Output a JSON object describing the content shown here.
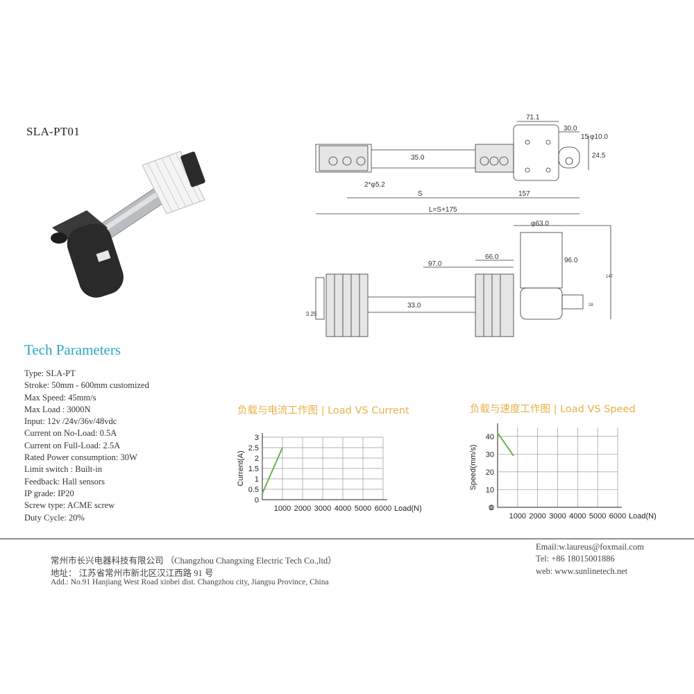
{
  "model": "SLA-PT01",
  "tech_title": "Tech Parameters",
  "params": [
    "Type: SLA-PT",
    "Stroke: 50mm - 600mm customized",
    "Max Speed:   45mm/s",
    "Max Load :   3000N",
    "Input: 12v /24v/36v/48vdc",
    "Current on No-Load: 0.5A",
    "Current on Full-Load: 2.5A",
    "Rated Power consumption: 30W",
    "Limit switch : Built-in",
    "Feedback: Hall sensors",
    "IP grade: IP20",
    "Screw type: ACME screw",
    "Duty Cycle: 20%"
  ],
  "drawing": {
    "dims": {
      "d71": "71.1",
      "d30": "30.0",
      "d15": "15",
      "d10": "φ10.0",
      "d245": "24.5",
      "d35": "35.0",
      "d52": "2*φ5.2",
      "S": "S",
      "d157": "157",
      "L": "L=S+175",
      "d63": "φ63.0",
      "d96": "96.0",
      "d97": "97.0",
      "d66": "66.0",
      "d33": "33.0",
      "r325": "R3.25",
      "d147": "147",
      "d28": "28"
    }
  },
  "chart_titles": {
    "current": "负载与电流工作图 | Load VS Current",
    "speed": "负载与速度工作图 | Load VS Speed"
  },
  "chart_data": [
    {
      "type": "line",
      "xlabel": "Load(N)",
      "ylabel": "Current(A)",
      "xlim": [
        0,
        6000
      ],
      "ylim": [
        0,
        3
      ],
      "x_ticks": [
        "1000",
        "2000",
        "3000",
        "4000",
        "5000",
        "6000"
      ],
      "y_ticks": [
        "0",
        "0.5",
        "1",
        "1.5",
        "2",
        "2.5",
        "3"
      ],
      "grid": true,
      "series": [
        {
          "x": [
            0,
            1000
          ],
          "y": [
            0.3,
            2.5
          ]
        }
      ],
      "color": "#6ab04c"
    },
    {
      "type": "line",
      "xlabel": "Load(N)",
      "ylabel": "Speed(mm/s)",
      "xlim": [
        0,
        6000
      ],
      "ylim": [
        0,
        45
      ],
      "x_ticks": [
        "1000",
        "2000",
        "3000",
        "4000",
        "5000",
        "6000"
      ],
      "y_ticks": [
        "0",
        "10",
        "20",
        "30",
        "40"
      ],
      "x_zero_label": "0",
      "grid": true,
      "series": [
        {
          "x": [
            0,
            800
          ],
          "y": [
            42,
            29
          ]
        }
      ],
      "color": "#6ab04c"
    }
  ],
  "footer": {
    "company": "常州市长兴电器科技有限公司  （Changzhou Changxing Electric Tech Co.,ltd）",
    "address_cn": "地址： 江苏省常州市新北区汉江西路 91 号",
    "address_en": "Add.: No.91 Hanjiang West Road xinbei dist. Changzhou city, Jiangsu Province, China",
    "email": "Email:w.laureus@foxmail.com",
    "tel": "Tel: +86 18015001886",
    "web": "web:  www.sunlinetech.net"
  }
}
